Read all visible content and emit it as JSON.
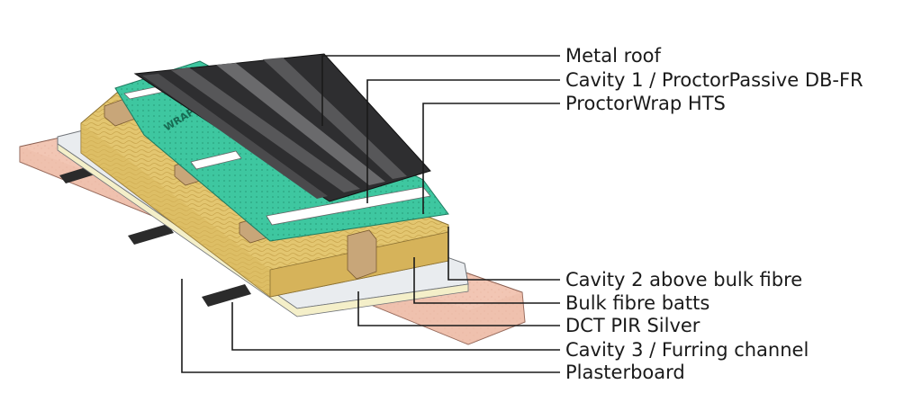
{
  "labels": {
    "metal_roof": "Metal roof",
    "cavity1": "Cavity 1 / ProctorPassive DB-FR",
    "proctorwrap": "ProctorWrap HTS",
    "cavity2": "Cavity 2 above bulk fibre",
    "bulk_fibre": "Bulk fibre batts",
    "dct_pir": "DCT PIR Silver",
    "cavity3": "Cavity 3 / Furring channel",
    "plasterboard": "Plasterboard"
  },
  "membrane_print": "WRAP",
  "colors": {
    "plasterboard": "#f2c6b4",
    "pir_silver": "#e9ecef",
    "pir_core": "#f4efc9",
    "bulk_fibre": "#e3c670",
    "membrane": "#3ec7a0",
    "metal_roof": "#2e2e30",
    "timber": "#c8a679",
    "channel": "#2b2b2b"
  }
}
